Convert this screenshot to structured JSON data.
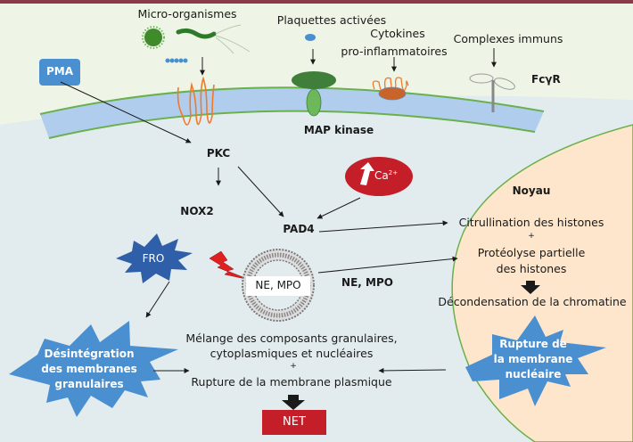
{
  "colors": {
    "top_border": "#8c3a4a",
    "extracellular": "#eef5e6",
    "cytoplasm": "#e2ecef",
    "membrane_fill": "#b0cdee",
    "membrane_line": "#6ab04c",
    "nucleus": "#fde6cc",
    "blue_box": "#4a90d0",
    "dark_blue_star": "#2f5fa8",
    "light_blue_star": "#4a8fd0",
    "red": "#c41e28",
    "orange_receptor": "#f07a2a",
    "dark_green": "#3f7f3a",
    "light_green": "#6cb85a",
    "brown_orange": "#c8632a",
    "black": "#1a1a1a"
  },
  "labels": {
    "micro_organismes": "Micro-organismes",
    "plaquettes": "Plaquettes activées",
    "cytokines_line1": "Cytokines",
    "cytokines_line2": "pro-inflammatoires",
    "complexes": "Complexes immuns",
    "fcgr": "FcγR",
    "pma": "PMA",
    "map_kinase": "MAP kinase",
    "pkc": "PKC",
    "nox2": "NOX2",
    "pad4": "PAD4",
    "calcium": "Ca",
    "calcium_sup": "2+",
    "noyau": "Noyau",
    "fro": "FRO",
    "granule": "NE, MPO",
    "ne_mpo": "NE, MPO",
    "citrullination": "Citrullination des histones",
    "plus": "+",
    "proteolyse_line1": "Protéolyse partielle",
    "proteolyse_line2": "des histones",
    "decondensation": "Décondensation de la chromatine",
    "desintegration_line1": "Désintégration",
    "desintegration_line2": "des membranes",
    "desintegration_line3": "granulaires",
    "rupture_nucl_line1": "Rupture de",
    "rupture_nucl_line2": "la membrane",
    "rupture_nucl_line3": "nucléaire",
    "melange_line1": "Mélange des composants granulaires,",
    "melange_line2": "cytoplasmiques et nucléaires",
    "rupture_plasm": "Rupture de la membrane plasmique",
    "net": "NET"
  }
}
